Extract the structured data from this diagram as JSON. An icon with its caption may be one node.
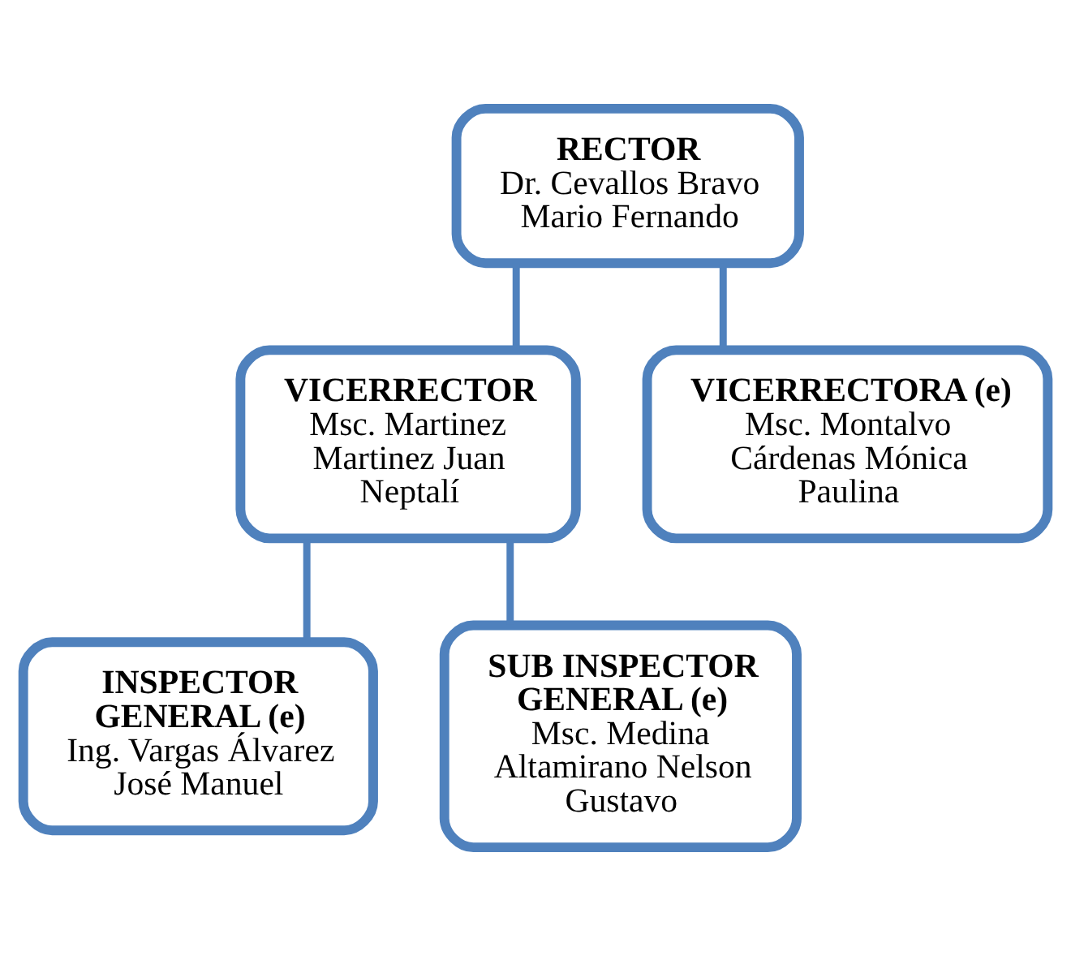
{
  "diagram": {
    "nodes": [
      {
        "text": [
          "RECTOR",
          "Dr. Cevallos Bravo Mario Fernando"
        ]
      },
      {
        "text": [
          "VICERRECTOR",
          "Msc. Martinez Martinez Juan Neptalí"
        ]
      },
      {
        "text": [
          "VICERRECTORA (e)",
          "Msc. Montalvo Cárdenas Mónica Paulina"
        ]
      },
      {
        "text": [
          "INSPECTOR GENERAL (e)",
          "Ing. Vargas Álvarez José Manuel"
        ]
      },
      {
        "text": [
          "SUB INSPECTOR GENERAL (e)",
          "Msc. Medina Altamirano Nelson Gustavo"
        ]
      }
    ],
    "edges": [
      {
        "from": 0,
        "to": 1,
        "arrow": "none"
      },
      {
        "from": 0,
        "to": 2,
        "arrow": "none"
      },
      {
        "from": 1,
        "to": 3,
        "arrow": "none"
      },
      {
        "from": 1,
        "to": 4,
        "arrow": "none"
      }
    ]
  }
}
